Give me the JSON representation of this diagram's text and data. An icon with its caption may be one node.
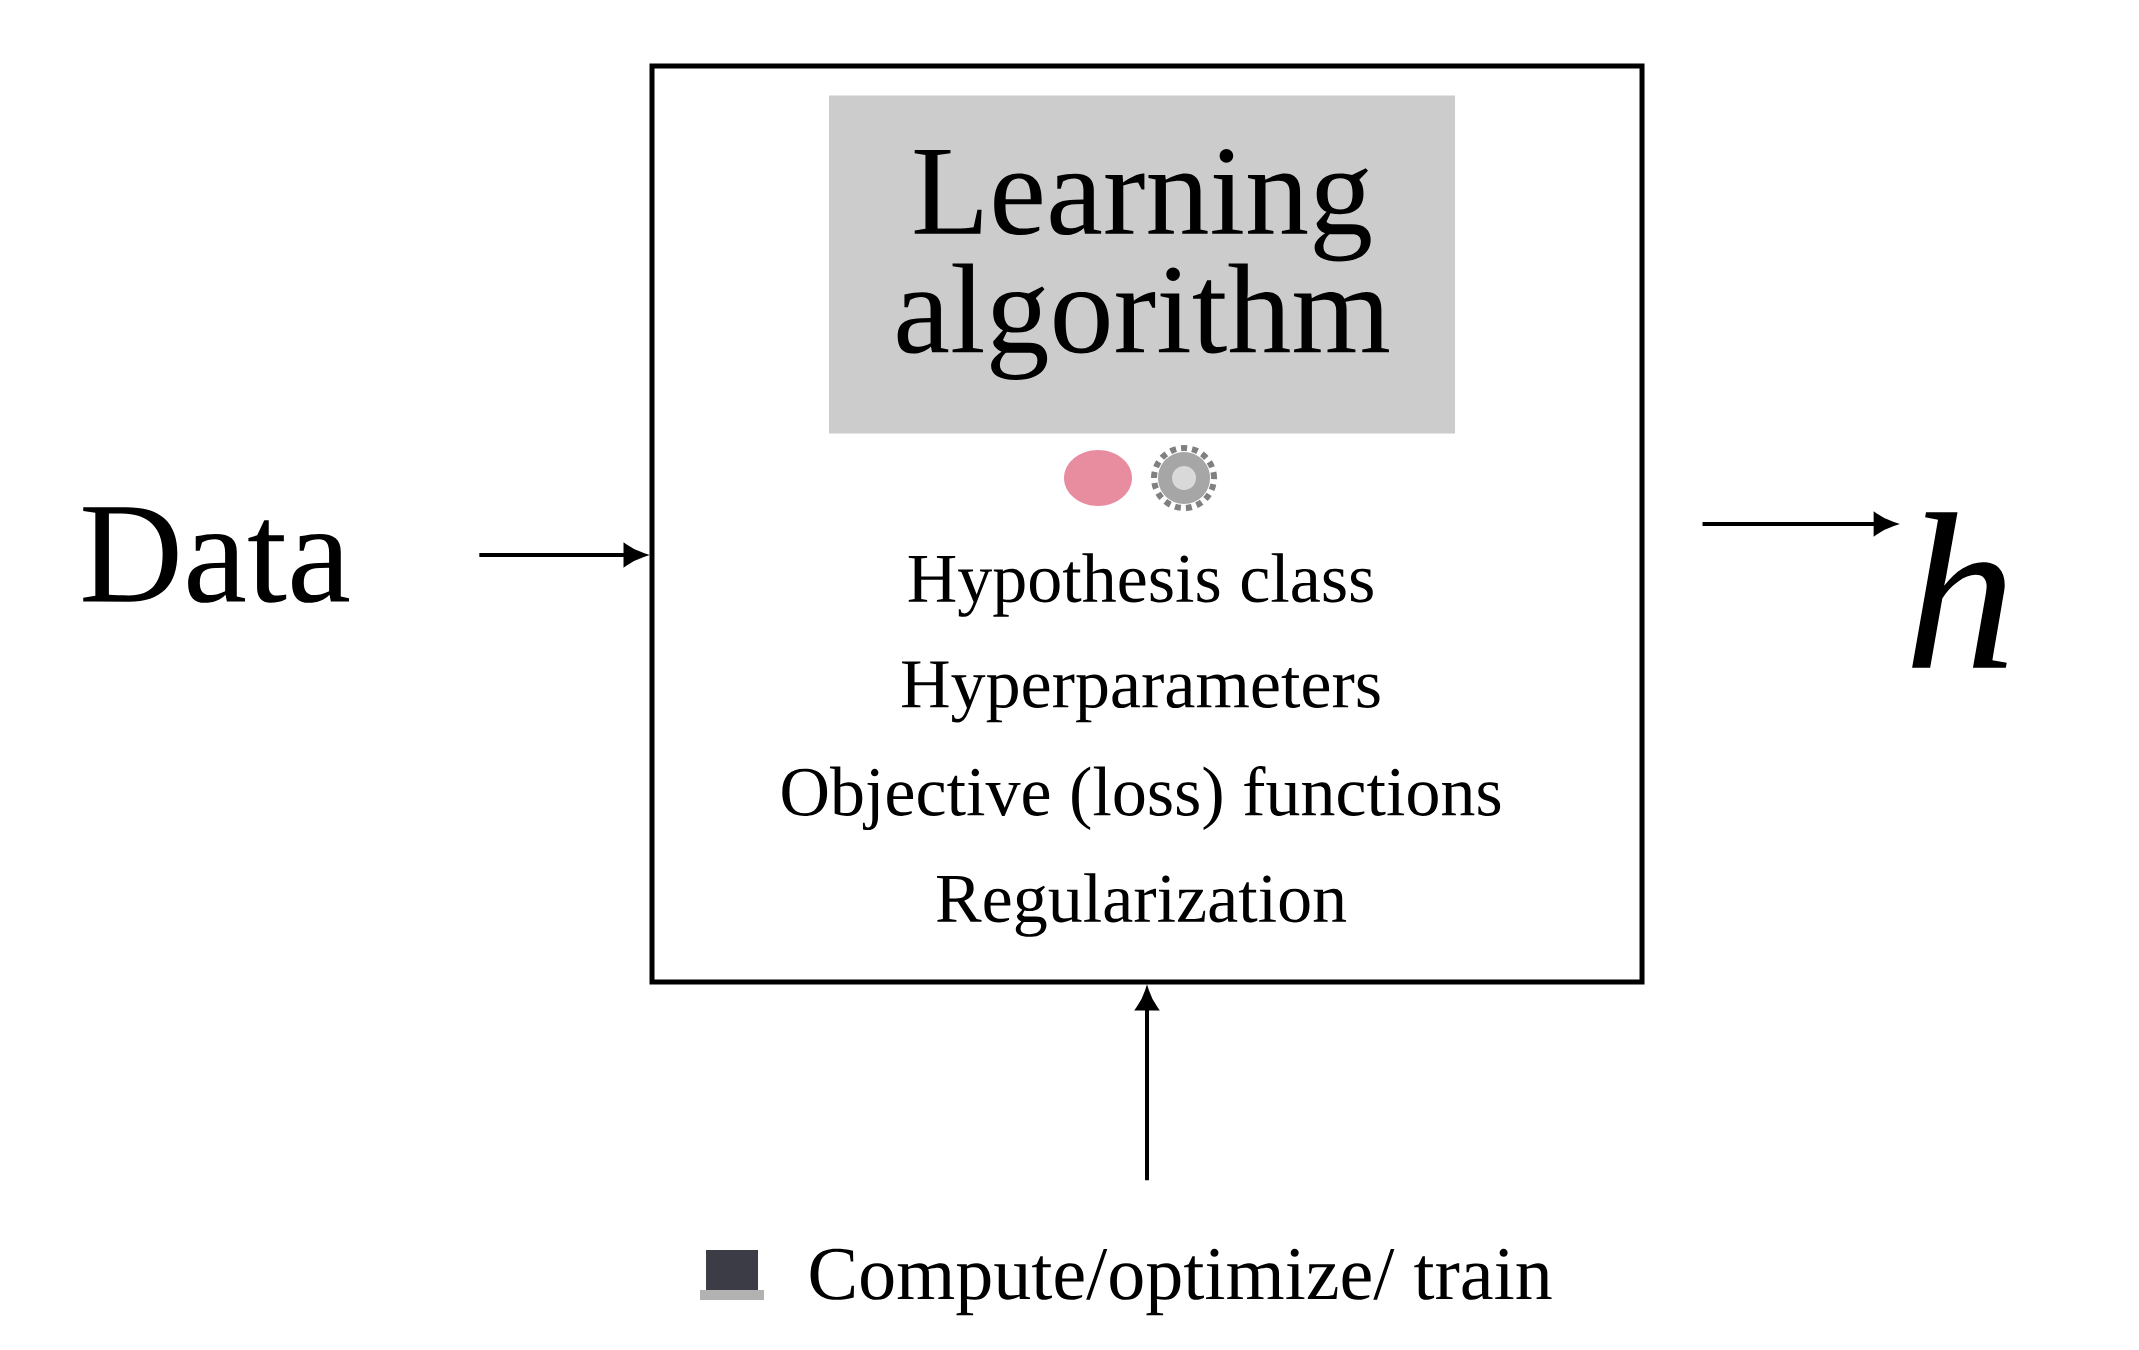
{
  "diagram": {
    "nodes": [
      {
        "text": [
          "Data"
        ]
      },
      {
        "text": [
          "Hypothesis class",
          "Hyperparameters",
          "Objective (loss) functions",
          "Regularization"
        ]
      },
      {
        "text": [
          "Learning algorithm"
        ],
        "in": 1
      },
      {
        "text": [
          "h"
        ]
      },
      {
        "text": [
          "Compute/optimize/ train"
        ]
      }
    ],
    "edges": [
      {
        "from": 0,
        "to": 1,
        "arrow": "to"
      },
      {
        "from": 1,
        "to": 3,
        "arrow": "to"
      },
      {
        "from": 4,
        "to": 1,
        "arrow": "to"
      }
    ]
  }
}
